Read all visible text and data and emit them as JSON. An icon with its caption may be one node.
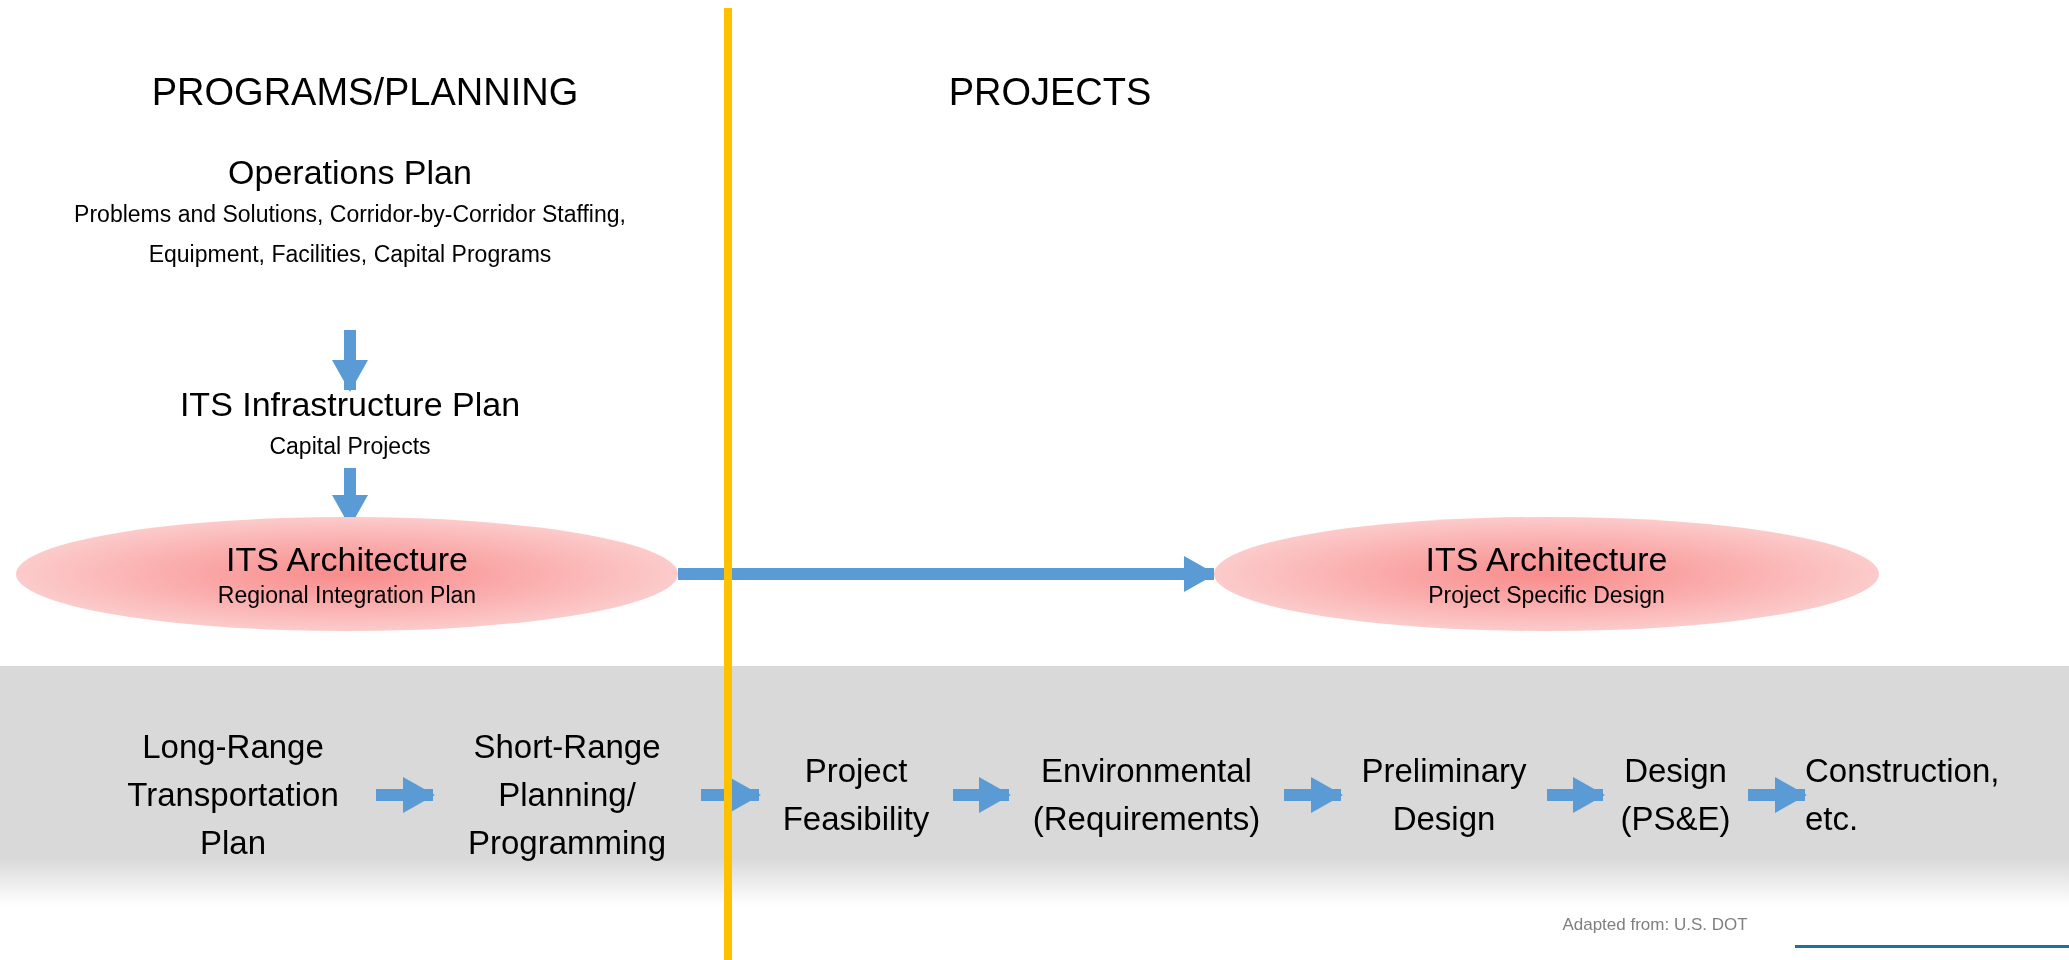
{
  "diagram": {
    "nodes": [
      {
        "text": [
          "Operations Plan",
          "Problems and Solutions, Corridor-by-Corridor Staffing, Equipment, Facilities, Capital Programs"
        ]
      },
      {
        "text": [
          "ITS Infrastructure Plan",
          "Capital Projects"
        ]
      },
      {
        "text": [
          "ITS Architecture",
          "Regional Integration Plan"
        ]
      },
      {
        "text": [
          "ITS Architecture",
          "Project Specific Design"
        ]
      },
      {
        "text": [
          "Long-Range Transportation Plan"
        ]
      },
      {
        "text": [
          "Short-Range Planning/ Programming"
        ]
      },
      {
        "text": [
          "Project Feasibility"
        ]
      },
      {
        "text": [
          "Environmental (Requirements)"
        ]
      },
      {
        "text": [
          "Preliminary Design"
        ]
      },
      {
        "text": [
          "Design (PS&E)"
        ]
      },
      {
        "text": [
          "Construction, etc."
        ]
      }
    ],
    "edges": [
      {
        "from": 0,
        "to": 1,
        "arrow": "to"
      },
      {
        "from": 1,
        "to": 2,
        "arrow": "to"
      },
      {
        "from": 2,
        "to": 3,
        "arrow": "to"
      },
      {
        "from": 4,
        "to": 5,
        "arrow": "to"
      },
      {
        "from": 5,
        "to": 6,
        "arrow": "to"
      },
      {
        "from": 6,
        "to": 7,
        "arrow": "to"
      },
      {
        "from": 7,
        "to": 8,
        "arrow": "to"
      },
      {
        "from": 8,
        "to": 9,
        "arrow": "to"
      },
      {
        "from": 9,
        "to": 10,
        "arrow": "to"
      }
    ],
    "labels": [
      "PROGRAMS/PLANNING",
      "PROJECTS",
      "Adapted from: U.S. DOT"
    ]
  }
}
